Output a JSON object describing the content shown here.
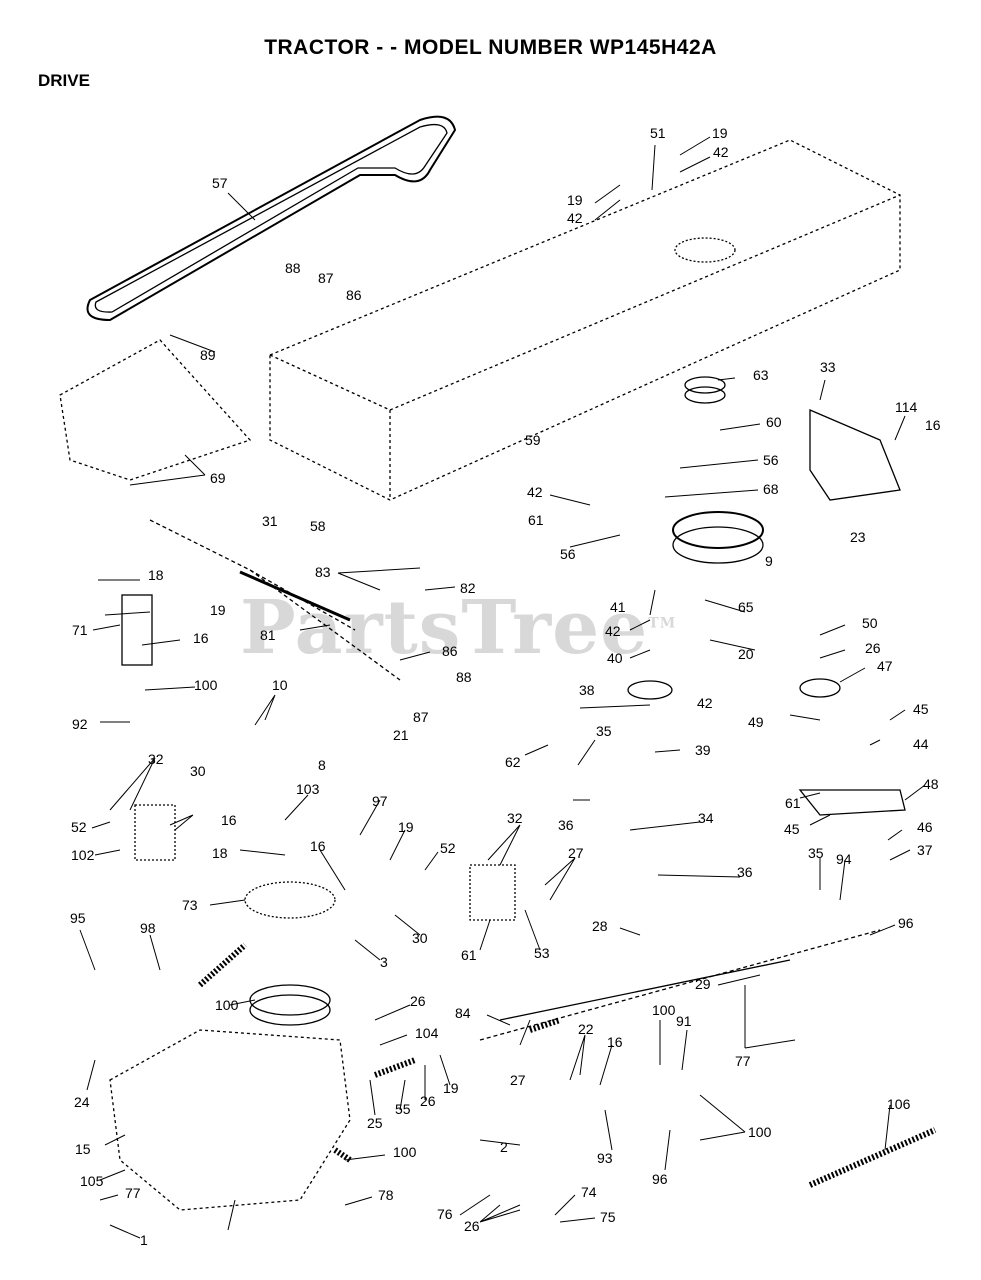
{
  "header": {
    "title": "TRACTOR - - MODEL NUMBER WP145H42A",
    "section": "DRIVE"
  },
  "watermark": {
    "text": "PartsTree",
    "tm": "TM"
  },
  "callouts": [
    "57",
    "51",
    "19",
    "42",
    "19",
    "42",
    "88",
    "87",
    "86",
    "89",
    "69",
    "63",
    "60",
    "33",
    "114",
    "16",
    "56",
    "68",
    "59",
    "42",
    "61",
    "31",
    "58",
    "23",
    "56",
    "9",
    "18",
    "83",
    "82",
    "19",
    "71",
    "16",
    "81",
    "41",
    "65",
    "42",
    "40",
    "20",
    "50",
    "26",
    "47",
    "86",
    "88",
    "100",
    "10",
    "92",
    "21",
    "87",
    "38",
    "42",
    "45",
    "49",
    "44",
    "8",
    "35",
    "62",
    "39",
    "32",
    "30",
    "103",
    "97",
    "36",
    "34",
    "48",
    "61",
    "52",
    "16",
    "19",
    "16",
    "102",
    "18",
    "52",
    "32",
    "27",
    "45",
    "46",
    "37",
    "36",
    "35",
    "94",
    "73",
    "30",
    "61",
    "53",
    "28",
    "96",
    "95",
    "98",
    "3",
    "100",
    "26",
    "29",
    "84",
    "100",
    "91",
    "104",
    "16",
    "22",
    "27",
    "77",
    "24",
    "19",
    "26",
    "25",
    "55",
    "106",
    "100",
    "15",
    "105",
    "93",
    "2",
    "100",
    "96",
    "77",
    "78",
    "74",
    "76",
    "75",
    "26",
    "1"
  ]
}
